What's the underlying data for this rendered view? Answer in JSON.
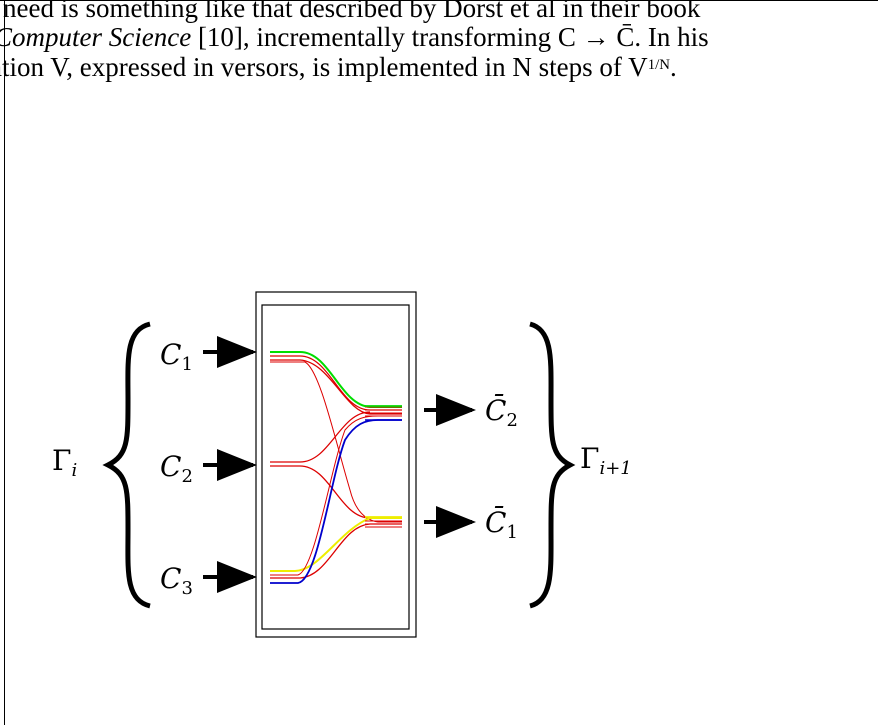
{
  "page_text": {
    "line1": "need is something like that described by Dorst et al in their book",
    "line2_italic": "Computer Science",
    "line2_rest": " [10], incrementally transforming C → C̄. In his",
    "line3": "ation V, expressed in versors, is implemented in N steps of V",
    "line3_sup": "1/N",
    "line3_end": "."
  },
  "figure": {
    "left_group_label": "Γ",
    "left_group_sub": "i",
    "right_group_label": "Γ",
    "right_group_sub": "i+1",
    "inputs": [
      {
        "symbol": "C",
        "sub": "1"
      },
      {
        "symbol": "C",
        "sub": "2"
      },
      {
        "symbol": "C",
        "sub": "3"
      }
    ],
    "outputs": [
      {
        "symbol": "C̄",
        "sub": "2"
      },
      {
        "symbol": "C̄",
        "sub": "1"
      }
    ],
    "curve_colors": {
      "green": "#00dd00",
      "red": "#dd0000",
      "blue": "#0000cc",
      "yellow": "#eeee00"
    }
  }
}
